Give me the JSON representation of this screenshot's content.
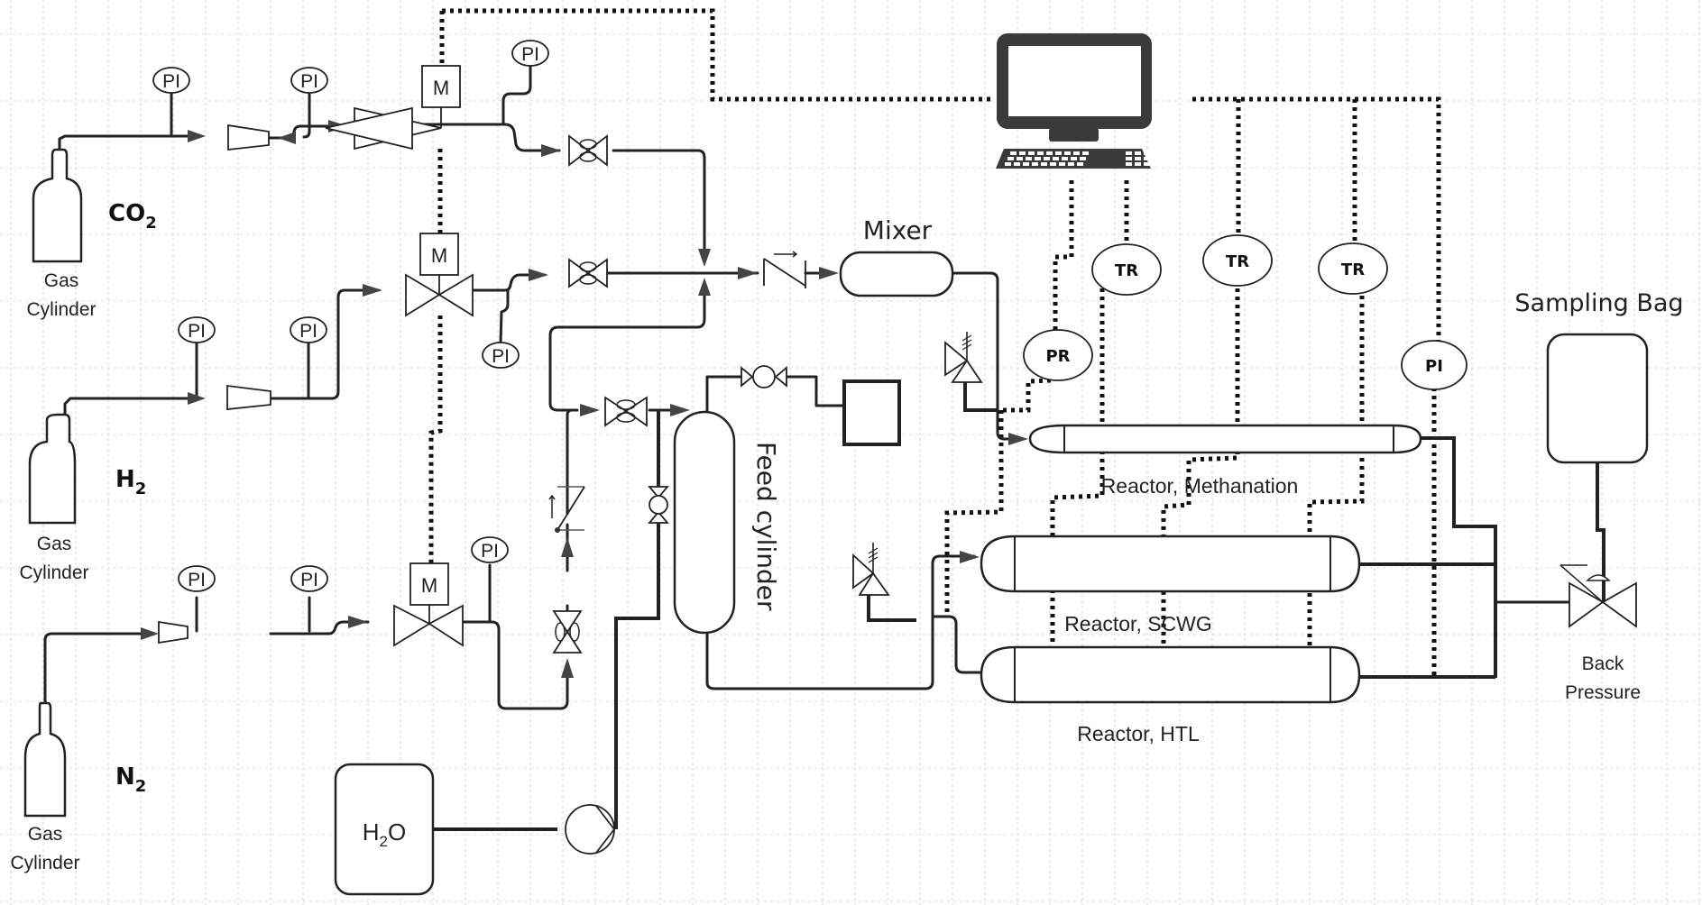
{
  "diagram": {
    "title": "Process flow diagram: gas feed, feed cylinder, reactors and back-pressure sampling",
    "gas_cylinders": [
      {
        "id": "co2",
        "gas_main": "CO",
        "gas_sub": "2",
        "label_line1": "Gas",
        "label_line2": "Cylinder"
      },
      {
        "id": "h2",
        "gas_main": "H",
        "gas_sub": "2",
        "label_line1": "Gas",
        "label_line2": "Cylinder"
      },
      {
        "id": "n2",
        "gas_main": "N",
        "gas_sub": "2",
        "label_line1": "Gas",
        "label_line2": "Cylinder"
      }
    ],
    "instruments": {
      "pressure_indicator": "PI",
      "pressure_recorder": "PR",
      "temperature_recorder": "TR",
      "motor": "M"
    },
    "mixer_label": "Mixer",
    "feed_cylinder_label": "Feed cylinder",
    "water_tank": {
      "main": "H",
      "sub": "2",
      "tail": "O"
    },
    "reactors": [
      {
        "id": "methanation",
        "label": "Reactor, Methanation"
      },
      {
        "id": "scwg",
        "label": "Reactor, SCWG"
      },
      {
        "id": "htl",
        "label": "Reactor, HTL"
      }
    ],
    "sampling_bag_label": "Sampling Bag",
    "back_pressure": {
      "line1": "Back",
      "line2": "Pressure"
    },
    "colors": {
      "line": "#222222",
      "arrow": "#444444",
      "computer": "#3a3a3a",
      "grid": "#d4d4d4",
      "background": "#ffffff"
    },
    "icons": [
      "gas-cylinder-icon",
      "pressure-reducer-icon",
      "motorized-valve-icon",
      "needle-valve-icon",
      "check-valve-icon",
      "ball-valve-icon",
      "safety-relief-valve-icon",
      "pump-icon",
      "computer-icon",
      "back-pressure-valve-icon"
    ]
  }
}
